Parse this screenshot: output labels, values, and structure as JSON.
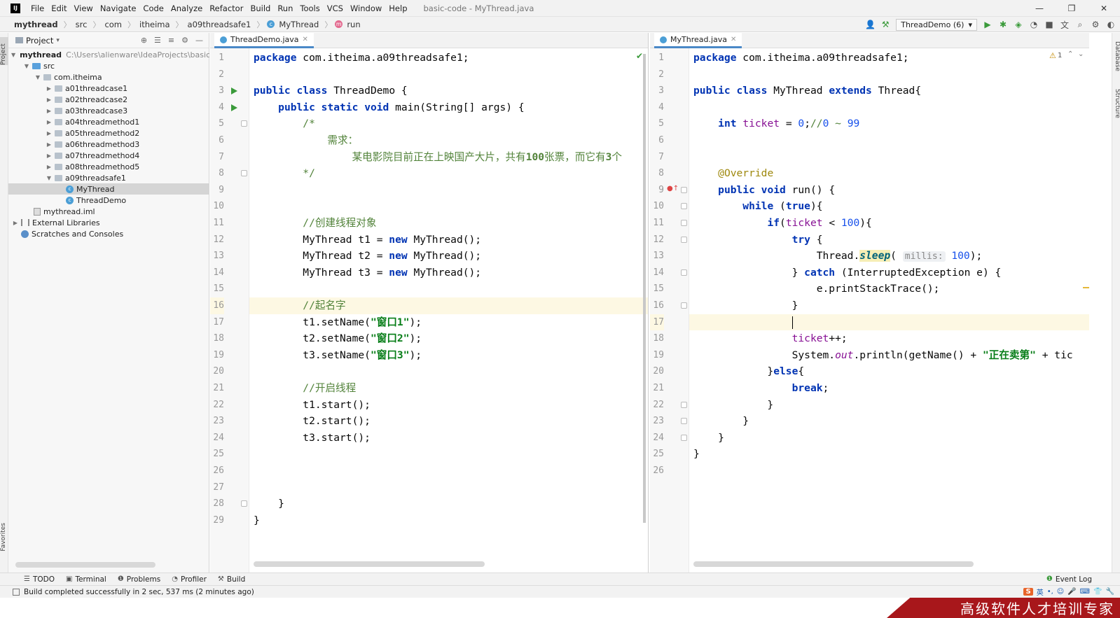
{
  "menubar": {
    "logo": "IJ",
    "items": [
      "File",
      "Edit",
      "View",
      "Navigate",
      "Code",
      "Analyze",
      "Refactor",
      "Build",
      "Run",
      "Tools",
      "VCS",
      "Window",
      "Help"
    ],
    "title": "basic-code - MyThread.java",
    "controls": [
      "—",
      "❐",
      "✕"
    ]
  },
  "navbar": {
    "crumbs": [
      "mythread",
      "src",
      "com",
      "itheima",
      "a09threadsafe1",
      "MyThread",
      "run"
    ],
    "run_config": "ThreadDemo (6)"
  },
  "left_stripe": {
    "project": "Project",
    "favorites": "Favorites"
  },
  "right_stripe": {
    "database": "Database",
    "structure": "Structure"
  },
  "project_panel": {
    "title": "Project",
    "tree": [
      {
        "label": "mythread",
        "path": "C:\\Users\\alienware\\IdeaProjects\\basic-"
      },
      {
        "label": "src"
      },
      {
        "label": "com.itheima"
      },
      {
        "label": "a01threadcase1"
      },
      {
        "label": "a02threadcase2"
      },
      {
        "label": "a03threadcase3"
      },
      {
        "label": "a04threadmethod1"
      },
      {
        "label": "a05threadmethod2"
      },
      {
        "label": "a06threadmethod3"
      },
      {
        "label": "a07threadmethod4"
      },
      {
        "label": "a08threadmethod5"
      },
      {
        "label": "a09threadsafe1"
      },
      {
        "label": "MyThread"
      },
      {
        "label": "ThreadDemo"
      },
      {
        "label": "mythread.iml"
      },
      {
        "label": "External Libraries"
      },
      {
        "label": "Scratches and Consoles"
      }
    ]
  },
  "editor_left": {
    "tab": "ThreadDemo.java",
    "lines": [
      "package com.itheima.a09threadsafe1;",
      "",
      "public class ThreadDemo {",
      "    public static void main(String[] args) {",
      "        /*",
      "            需求：",
      "                某电影院目前正在上映国产大片，共有100张票，而它有3个",
      "        */",
      "",
      "",
      "        //创建线程对象",
      "        MyThread t1 = new MyThread();",
      "        MyThread t2 = new MyThread();",
      "        MyThread t3 = new MyThread();",
      "",
      "        //起名字",
      "        t1.setName(\"窗口1\");",
      "        t2.setName(\"窗口2\");",
      "        t3.setName(\"窗口3\");",
      "",
      "        //开启线程",
      "        t1.start();",
      "        t2.start();",
      "        t3.start();",
      "",
      "",
      "",
      "    }",
      "}"
    ]
  },
  "editor_right": {
    "tab": "MyThread.java",
    "warning_count": "1",
    "lines": [
      "package com.itheima.a09threadsafe1;",
      "",
      "public class MyThread extends Thread{",
      "",
      "    int ticket = 0;//0 ~ 99",
      "",
      "",
      "    @Override",
      "    public void run() {",
      "        while (true){",
      "            if(ticket < 100){",
      "                try {",
      "                    Thread.sleep( millis: 100);",
      "                } catch (InterruptedException e) {",
      "                    e.printStackTrace();",
      "                }",
      "",
      "                ticket++;",
      "                System.out.println(getName() + \"正在卖第\" + tic",
      "            }else{",
      "                break;",
      "            }",
      "        }",
      "    }",
      "}",
      ""
    ]
  },
  "bottom_tools": {
    "items": [
      "TODO",
      "Terminal",
      "Problems",
      "Profiler",
      "Build"
    ],
    "event_log": "Event Log"
  },
  "status": {
    "message": "Build completed successfully in 2 sec, 537 ms (2 minutes ago)",
    "ime": "英"
  },
  "watermark": "高级软件人才培训专家"
}
